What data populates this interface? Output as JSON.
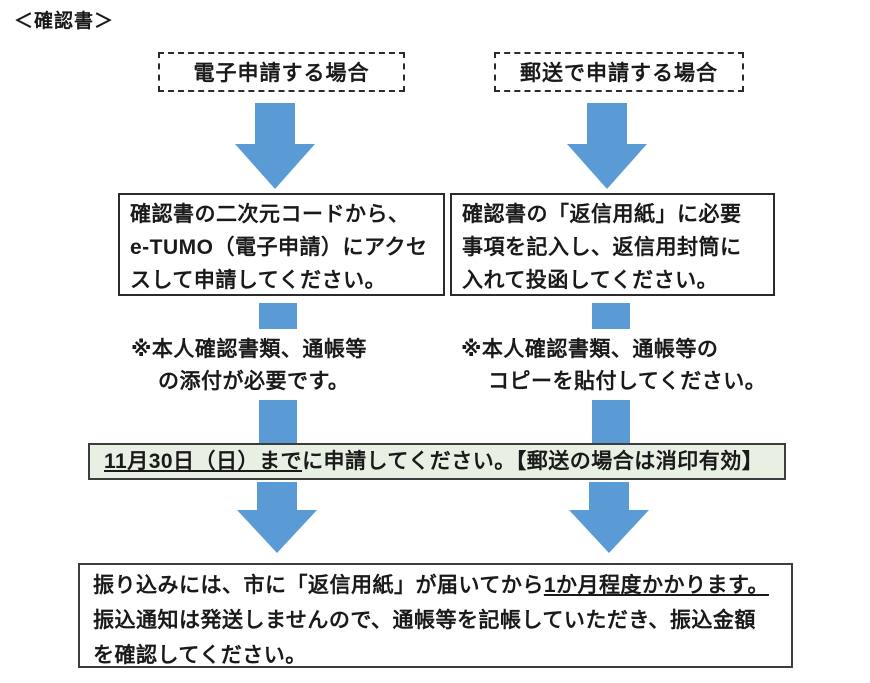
{
  "title": "＜確認書＞",
  "colors": {
    "arrow_blue": "#5b9bd5",
    "deadline_bg": "#e7f0e2",
    "box_border": "#2b2b2b"
  },
  "columns": [
    {
      "id": "electronic",
      "header": "電子申請する場合",
      "instruction_lines": [
        "確認書の二次元コードから、",
        "e-TUMO（電子申請）にアクセ",
        "スして申請してください。"
      ],
      "note_lines": [
        "※本人確認書類、通帳等",
        "の添付が必要です。"
      ]
    },
    {
      "id": "mail",
      "header": "郵送で申請する場合",
      "instruction_lines": [
        "確認書の「返信用紙」に必要",
        "事項を記入し、返信用封筒に",
        "入れて投函してください。"
      ],
      "note_lines": [
        "※本人確認書類、通帳等の",
        "コピーを貼付してください。"
      ]
    }
  ],
  "deadline": {
    "emphasis": "11月30日（日）まで",
    "rest": "に申請してください。【郵送の場合は消印有効】"
  },
  "result": {
    "line1_pre": "振り込みには、市に「返信用紙」が届いてから",
    "line1_underline": "1か月程度かかります。",
    "line2": "振込通知は発送しませんので、通帳等を記帳していただき、振込金額",
    "line3": "を確認してください。"
  }
}
